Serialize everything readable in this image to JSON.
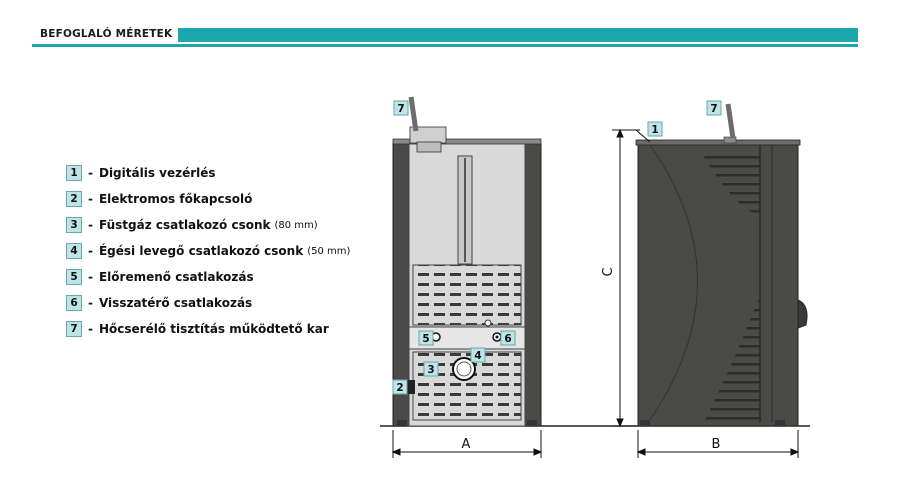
{
  "header": {
    "title": "BEFOGLALÓ MÉRETEK"
  },
  "colors": {
    "accent": "#1ba7ad",
    "box_fill": "#bfe4e8",
    "stove_dark": "#4a4a48",
    "stove_panel": "#d9d9d9"
  },
  "legend": [
    {
      "num": "1",
      "text": "Digitális vezérlés",
      "extra": ""
    },
    {
      "num": "2",
      "text": "Elektromos főkapcsoló",
      "extra": ""
    },
    {
      "num": "3",
      "text": "Füstgáz csatlakozó csonk",
      "extra": "(80 mm)"
    },
    {
      "num": "4",
      "text": "Égési levegő csatlakozó csonk",
      "extra": "(50 mm)"
    },
    {
      "num": "5",
      "text": "Előremenő csatlakozás",
      "extra": ""
    },
    {
      "num": "6",
      "text": "Visszatérő csatlakozás",
      "extra": ""
    },
    {
      "num": "7",
      "text": "Hőcserélő tisztítás működtető kar",
      "extra": ""
    }
  ],
  "dimensions": {
    "width": "A",
    "depth": "B",
    "height": "C"
  },
  "markers": {
    "m1": "1",
    "m2": "2",
    "m3": "3",
    "m4": "4",
    "m5": "5",
    "m6": "6",
    "m7_back": "7",
    "m7_side": "7"
  }
}
